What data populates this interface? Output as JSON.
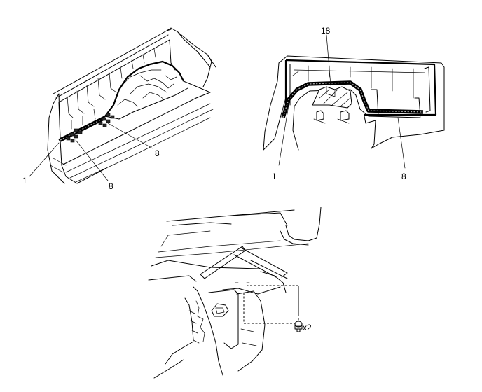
{
  "callouts": {
    "view1_part_1": "1",
    "view1_part_8a": "8",
    "view1_part_8b": "8",
    "view2_part_18": "18",
    "view2_part_1": "1",
    "view2_part_8": "8",
    "view3_bolt_qty": "x2"
  },
  "icons": {
    "bolt": "bolt-icon"
  }
}
